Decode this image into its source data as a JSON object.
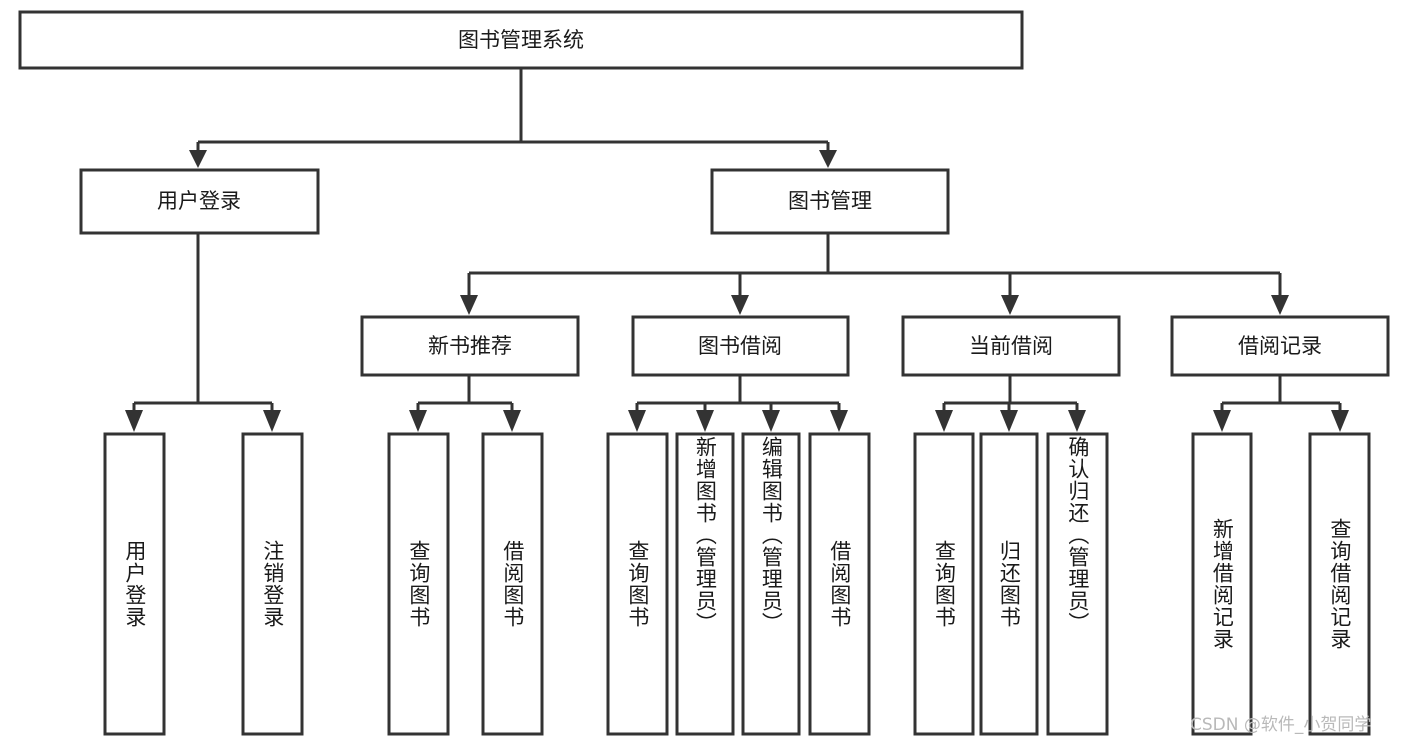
{
  "diagram": {
    "type": "tree-hierarchy",
    "title": "图书管理系统",
    "orientation": "top-down",
    "colors": {
      "box_fill": "#ffffff",
      "box_stroke": "#333333",
      "text": "#1a1a1a",
      "watermark": "#b9b9b9",
      "background": "#ffffff"
    },
    "root": {
      "label": "图书管理系统"
    },
    "level2": [
      {
        "label": "用户登录"
      },
      {
        "label": "图书管理"
      }
    ],
    "level3": [
      {
        "label": "新书推荐"
      },
      {
        "label": "图书借阅"
      },
      {
        "label": "当前借阅"
      },
      {
        "label": "借阅记录"
      }
    ],
    "leaves": {
      "user_login": [
        {
          "label": "用户登录"
        },
        {
          "label": "注销登录"
        }
      ],
      "new_book_recommend": [
        {
          "label": "查询图书"
        },
        {
          "label": "借阅图书"
        }
      ],
      "book_borrow": [
        {
          "label": "查询图书"
        },
        {
          "label": "新增图书（管理员）"
        },
        {
          "label": "编辑图书（管理员）"
        },
        {
          "label": "借阅图书"
        }
      ],
      "current_borrow": [
        {
          "label": "查询图书"
        },
        {
          "label": "归还图书"
        },
        {
          "label": "确认归还（管理员）"
        }
      ],
      "borrow_record": [
        {
          "label": "新增借阅记录"
        },
        {
          "label": "查询借阅记录"
        }
      ]
    }
  },
  "watermark": {
    "text": "CSDN @软件_小贺同学"
  }
}
